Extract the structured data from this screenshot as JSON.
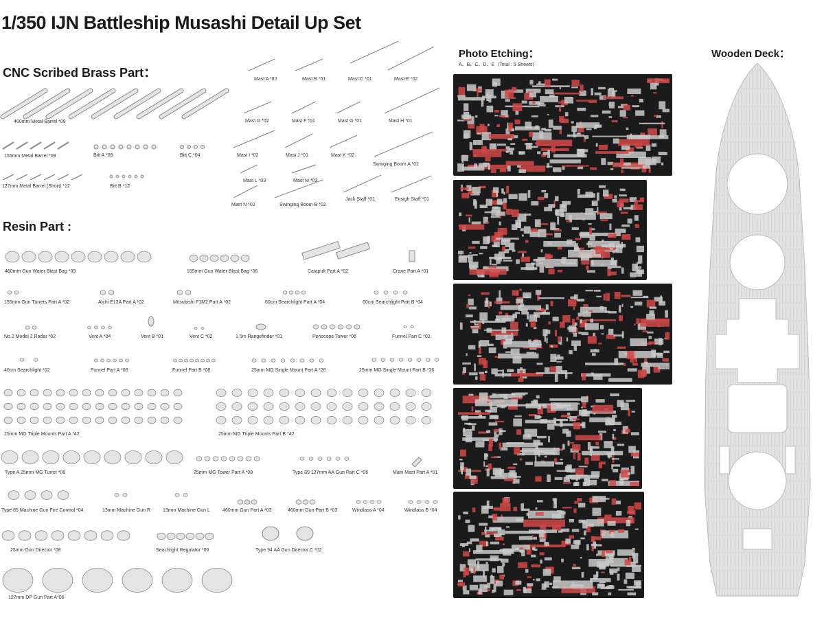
{
  "title": "1/350 IJN Battleship Musashi Detail Up Set",
  "sections": {
    "brass": "CNC Scribed Brass Part：",
    "resin": "Resin Part :",
    "photo_etching": "Photo Etching：",
    "photo_etching_sub": "A、B、C、D、E（Total : 5 Sheets）",
    "wooden_deck": "Wooden Deck："
  },
  "brass_labels": [
    "460mm Metal Barrel *09",
    "155mm Metal Barrel *09",
    "Bitt A *08",
    "Bitt C *04",
    "127mm Metal Barrel (Short) *12",
    "Bitt B *12",
    "Mast A *02",
    "Mast B *01",
    "Mast C *01",
    "Mast E *02",
    "Mast D *02",
    "Mast F *01",
    "Mast G *01",
    "Mast H *01",
    "Mast I *02",
    "Mast J *01",
    "Mast K *02",
    "Swinging Boom A *02",
    "Mast L *03",
    "Mast M *03",
    "Jack Staff *01",
    "Ensigh Staff *01",
    "Mast N *02",
    "Swinging Boom B *02"
  ],
  "resin_labels": [
    "460mm Gun Water Blast Bag *09",
    "155mm Gun Water Blast Bag *06",
    "Catapult Part A *02",
    "Crane Part A *01",
    "155mm Gun Turrets Part A *02",
    "Aichi E13A Part A *02",
    "Mitsubishi F1M2 Part A *02",
    "60cm Searchlight Part A *04",
    "60cm Searchlight Part B *04",
    "No.2 Model 2 Radar *02",
    "Vent A *04",
    "Vent B *01",
    "Vent C *02",
    "1.5m Rangefinder *01",
    "Periscope Tower *06",
    "Funnel Part C *02",
    "40cm Searchlight *02",
    "Funnel Part A *06",
    "Funnel Part B *08",
    "25mm MG Single Mount Part A *26",
    "25mm MG Single Mount Part B *26",
    "25mm MG Triple Mounts Part A *42",
    "25mm MG Triple Mounts Part B *42",
    "Type A 25mm MG Turret *08",
    "25mm MG Tower Part A *08",
    "Type 89 127mm AA Gun Part C *06",
    "Main Mast Part A *01",
    "Type 85 Machine Gun Fire Control *04",
    "13mm Machine Gun R",
    "13mm Machine Gun L",
    "460mm Gun Part A *03",
    "460mm Gun Part B *03",
    "Windlass A *04",
    "Windlass B *04",
    "25mm Gun Director *08",
    "Seachlight Regulator *06",
    "Type 94 AA Gun Director C *02",
    "127mm DP Gun Part A*06"
  ],
  "photo_etching_sheet_count": 5,
  "colors": {
    "sheet_bg": "#1b1b1b",
    "etch_metal": "#c9c9c9",
    "etch_red": "#d04848",
    "deck": "#dcdcdc",
    "resin_part": "#bdbdbd"
  }
}
